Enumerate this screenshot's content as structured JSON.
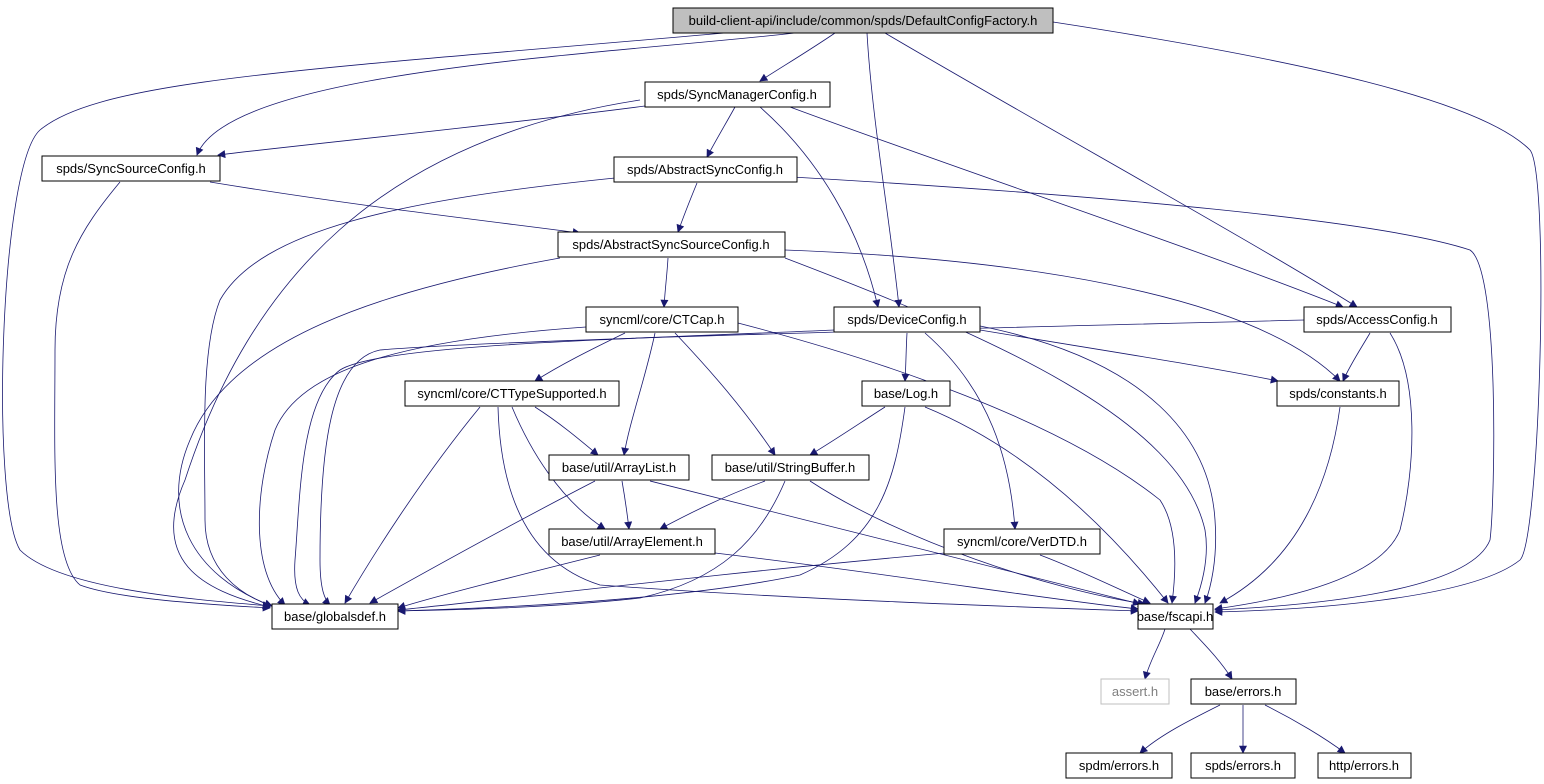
{
  "colors": {
    "edge": "#191970",
    "root_fill": "#bfbfbf",
    "node_border": "#000000",
    "external_border": "#bfbfbf",
    "external_text": "#7f7f7f"
  },
  "nodes": {
    "root": "build-client-api/include/common/spds/DefaultConfigFactory.h",
    "syncmanager": "spds/SyncManagerConfig.h",
    "syncsource": "spds/SyncSourceConfig.h",
    "abstractsync": "spds/AbstractSyncConfig.h",
    "abstractsyncsource": "spds/AbstractSyncSourceConfig.h",
    "ctcap": "syncml/core/CTCap.h",
    "deviceconfig": "spds/DeviceConfig.h",
    "accessconfig": "spds/AccessConfig.h",
    "cttype": "syncml/core/CTTypeSupported.h",
    "log": "base/Log.h",
    "constants": "spds/constants.h",
    "arraylist": "base/util/ArrayList.h",
    "stringbuffer": "base/util/StringBuffer.h",
    "arrayelement": "base/util/ArrayElement.h",
    "verdtd": "syncml/core/VerDTD.h",
    "globalsdef": "base/globalsdef.h",
    "fscapi": "base/fscapi.h",
    "assert": "assert.h",
    "base_errors": "base/errors.h",
    "spdm_errors": "spdm/errors.h",
    "spds_errors": "spds/errors.h",
    "http_errors": "http/errors.h"
  }
}
